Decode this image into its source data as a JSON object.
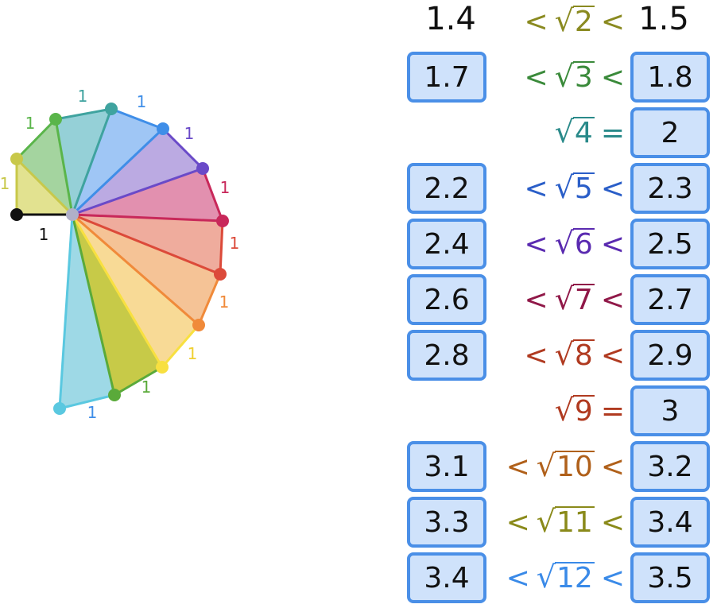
{
  "spiral": {
    "unit_label": "1",
    "triangle_colors": [
      "#e0e08a",
      "#9fd29a",
      "#8fcdd5",
      "#9ac3f4",
      "#b7a5e0",
      "#e08aab",
      "#eea898",
      "#f4c090",
      "#f8d890",
      "#c4c73e",
      "#99d7e5"
    ],
    "edge_colors": [
      "#c8c84a",
      "#5ab54a",
      "#3fa39f",
      "#3f8ee8",
      "#6a4ac8",
      "#c8285a",
      "#dc4a3a",
      "#f08a3a",
      "#f8e040",
      "#5aaa3a",
      "#5ac8e0"
    ],
    "label_colors": [
      "#c8c84a",
      "#5ab54a",
      "#3fa39f",
      "#3f8ee8",
      "#6a4ac8",
      "#c8285a",
      "#dc4a3a",
      "#f08a3a",
      "#f0d030",
      "#5aaa3a",
      "#3f8ee8"
    ],
    "base_color": "#111111",
    "center_color": "#b0b0c8"
  },
  "rows": [
    {
      "n": "2",
      "left": "1.4",
      "left_boxed": false,
      "op_left": "<",
      "op_right": "<",
      "right": "1.5",
      "right_boxed": false,
      "color": "#8a8a20"
    },
    {
      "n": "3",
      "left": "1.7",
      "left_boxed": true,
      "op_left": "<",
      "op_right": "<",
      "right": "1.8",
      "right_boxed": true,
      "color": "#3a8a3a"
    },
    {
      "n": "4",
      "left": "",
      "left_boxed": false,
      "op_left": "",
      "op_right": "=",
      "right": "2",
      "right_boxed": true,
      "color": "#2a8a8a"
    },
    {
      "n": "5",
      "left": "2.2",
      "left_boxed": true,
      "op_left": "<",
      "op_right": "<",
      "right": "2.3",
      "right_boxed": true,
      "color": "#2a5ec8"
    },
    {
      "n": "6",
      "left": "2.4",
      "left_boxed": true,
      "op_left": "<",
      "op_right": "<",
      "right": "2.5",
      "right_boxed": true,
      "color": "#5a2ab0"
    },
    {
      "n": "7",
      "left": "2.6",
      "left_boxed": true,
      "op_left": "<",
      "op_right": "<",
      "right": "2.7",
      "right_boxed": true,
      "color": "#901848"
    },
    {
      "n": "8",
      "left": "2.8",
      "left_boxed": true,
      "op_left": "<",
      "op_right": "<",
      "right": "2.9",
      "right_boxed": true,
      "color": "#b03a20"
    },
    {
      "n": "9",
      "left": "",
      "left_boxed": false,
      "op_left": "",
      "op_right": "=",
      "right": "3",
      "right_boxed": true,
      "color": "#b03a20"
    },
    {
      "n": "10",
      "left": "3.1",
      "left_boxed": true,
      "op_left": "<",
      "op_right": "<",
      "right": "3.2",
      "right_boxed": true,
      "color": "#b0601a"
    },
    {
      "n": "11",
      "left": "3.3",
      "left_boxed": true,
      "op_left": "<",
      "op_right": "<",
      "right": "3.4",
      "right_boxed": true,
      "color": "#8a8a1a"
    },
    {
      "n": "12",
      "left": "3.4",
      "left_boxed": true,
      "op_left": "<",
      "op_right": "<",
      "right": "3.5",
      "right_boxed": true,
      "color": "#3a8ae8"
    }
  ]
}
